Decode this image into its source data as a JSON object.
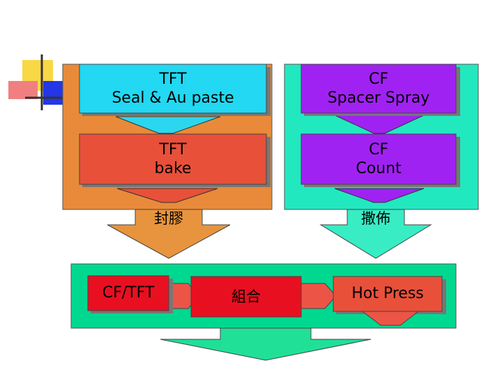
{
  "colors": {
    "orange": "#e88a3a",
    "teal": "#22e8c0",
    "green": "#00d890",
    "cyan": "#22d8f2",
    "purple": "#a022f2",
    "red_orange": "#e8503a",
    "red": "#e81020",
    "arrow_orange": "#e8943e",
    "arrow_teal": "#38ecc4",
    "arrow_green": "#20e098",
    "connector": "#ec5446",
    "logo_yellow": "#f8d844",
    "logo_pink": "#f08080",
    "logo_blue": "#2436e8"
  },
  "boxes": {
    "tft_seal": {
      "line1": "TFT",
      "line2": "Seal & Au paste"
    },
    "tft_bake": {
      "line1": "TFT",
      "line2": "bake"
    },
    "cf_spacer": {
      "line1": "CF",
      "line2": "Spacer Spray"
    },
    "cf_count": {
      "line1": "CF",
      "line2": "Count"
    },
    "cf_tft": {
      "label": "CF/TFT"
    },
    "assemble": {
      "label": "組合"
    },
    "hot_press": {
      "label": "Hot Press"
    }
  },
  "arrows": {
    "left_label": "封膠",
    "right_label": "撒佈"
  }
}
